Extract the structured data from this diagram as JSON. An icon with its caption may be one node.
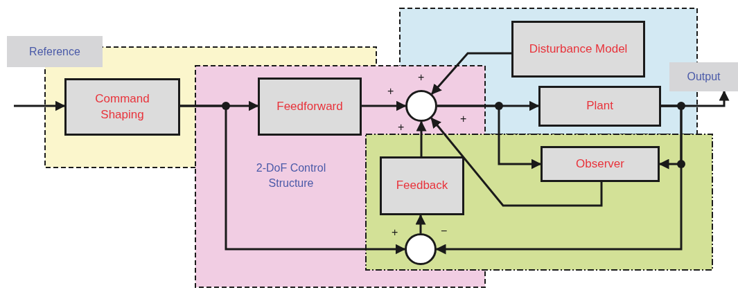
{
  "diagram": {
    "nodes": [
      {
        "text": [
          "Reference"
        ]
      },
      {
        "text": [
          "Command Shaping"
        ]
      },
      {
        "text": [
          "Feedforward"
        ]
      },
      {
        "text": [
          "Disturbance Model"
        ]
      },
      {
        "text": [],
        "shape": "circle"
      },
      {
        "text": [
          "Output"
        ]
      },
      {
        "text": [
          "Plant"
        ]
      },
      {
        "text": [
          "Observer"
        ]
      },
      {
        "text": [
          "Feedback"
        ]
      },
      {
        "text": [],
        "shape": "circle"
      }
    ],
    "edges": [
      {
        "from": null,
        "to": 1,
        "arrow": "to"
      },
      {
        "from": 1,
        "to": 2,
        "arrow": "to"
      },
      {
        "from": 1,
        "to": 9,
        "arrow": "to"
      },
      {
        "from": 2,
        "to": 4,
        "arrow": "to"
      },
      {
        "from": 3,
        "to": 4,
        "arrow": "to"
      },
      {
        "from": 4,
        "to": 6,
        "arrow": "to"
      },
      {
        "from": 4,
        "to": 7,
        "arrow": "to"
      },
      {
        "from": 7,
        "to": 4,
        "arrow": "to"
      },
      {
        "from": 8,
        "to": 4,
        "arrow": "to"
      },
      {
        "from": 9,
        "to": 8,
        "arrow": "to"
      },
      {
        "from": 6,
        "to": 5,
        "arrow": "to"
      },
      {
        "from": 6,
        "to": 7,
        "arrow": "to"
      },
      {
        "from": 6,
        "to": 9,
        "arrow": "to"
      }
    ],
    "labels": [
      "+",
      "+",
      "+",
      "+",
      "2-DoF Control Structure",
      "+",
      "−"
    ]
  }
}
